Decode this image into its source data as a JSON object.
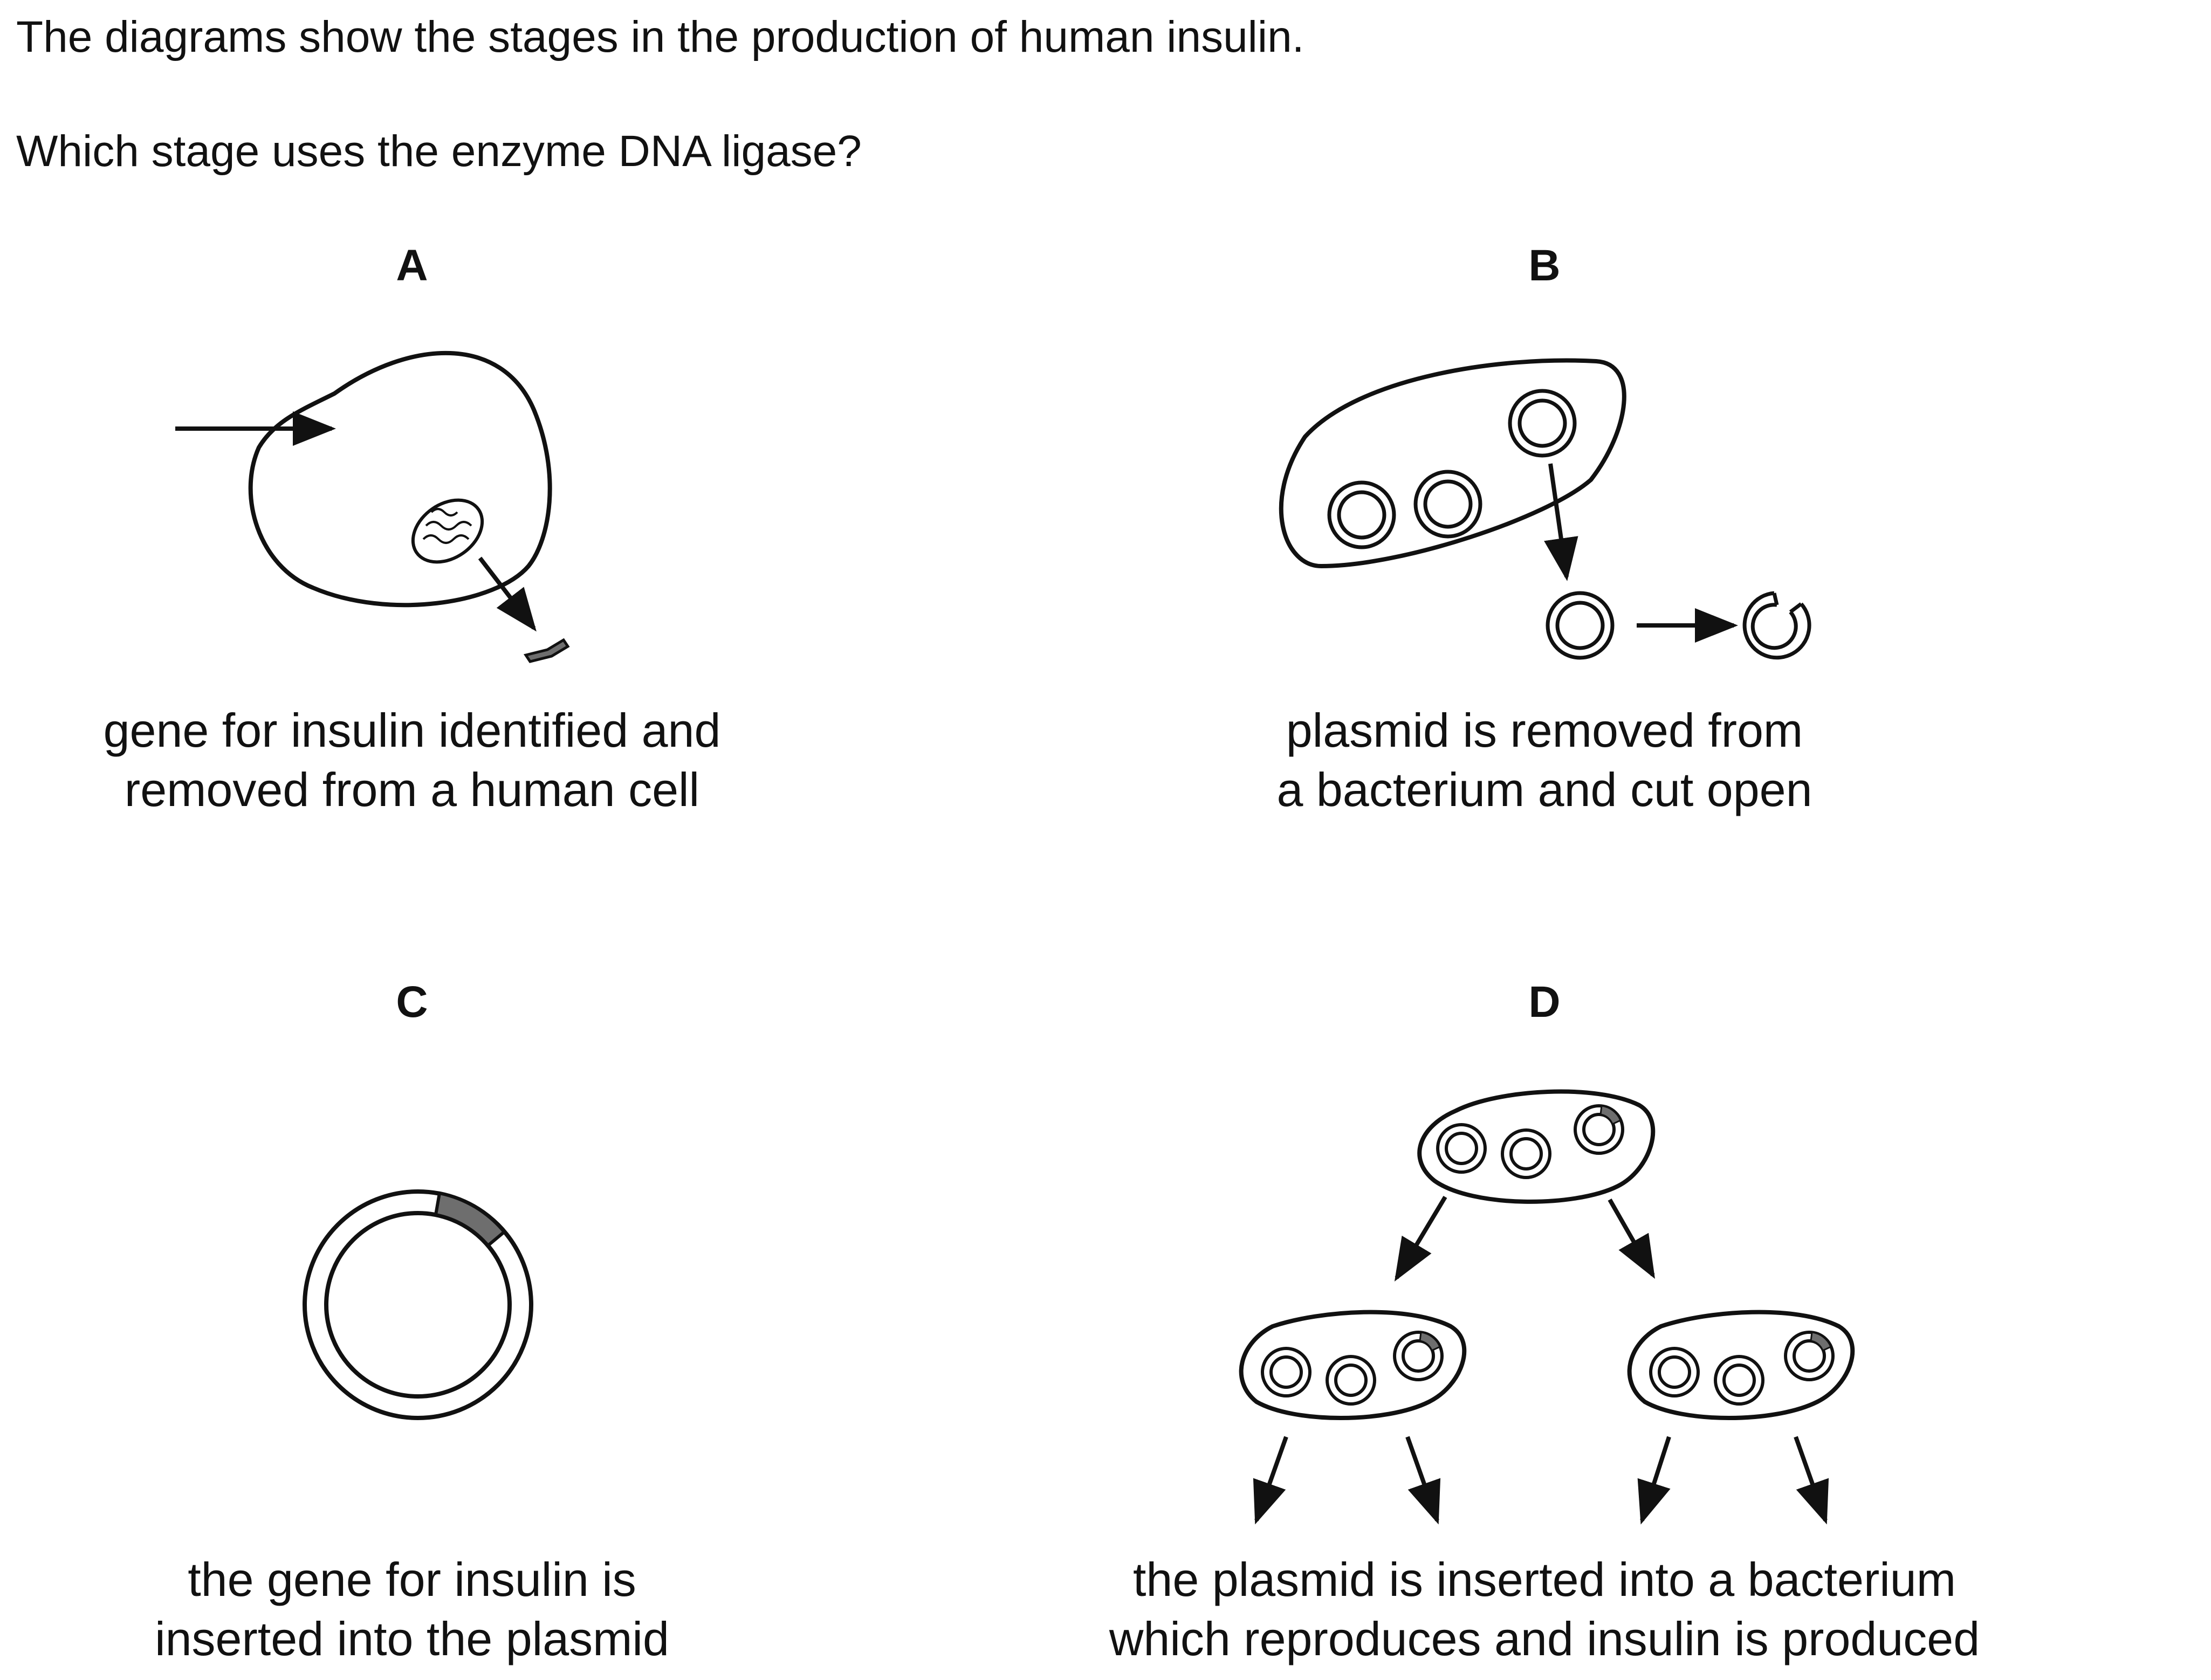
{
  "question": {
    "intro": "The diagrams show the stages in the production of human insulin.",
    "prompt": "Which stage uses the enzyme DNA ligase?"
  },
  "stages": {
    "a": {
      "letter": "A",
      "caption_line1": "gene for insulin identified and",
      "caption_line2": "removed from a human cell"
    },
    "b": {
      "letter": "B",
      "caption_line1": "plasmid is removed from",
      "caption_line2": "a bacterium and cut open"
    },
    "c": {
      "letter": "C",
      "caption_line1": "the gene for insulin is",
      "caption_line2": "inserted into the plasmid"
    },
    "d": {
      "letter": "D",
      "caption_line1": "the plasmid is inserted into a bacterium",
      "caption_line2": "which reproduces and insulin is produced"
    }
  },
  "colors": {
    "ink": "#111111",
    "gene": "#6e6e6e"
  }
}
